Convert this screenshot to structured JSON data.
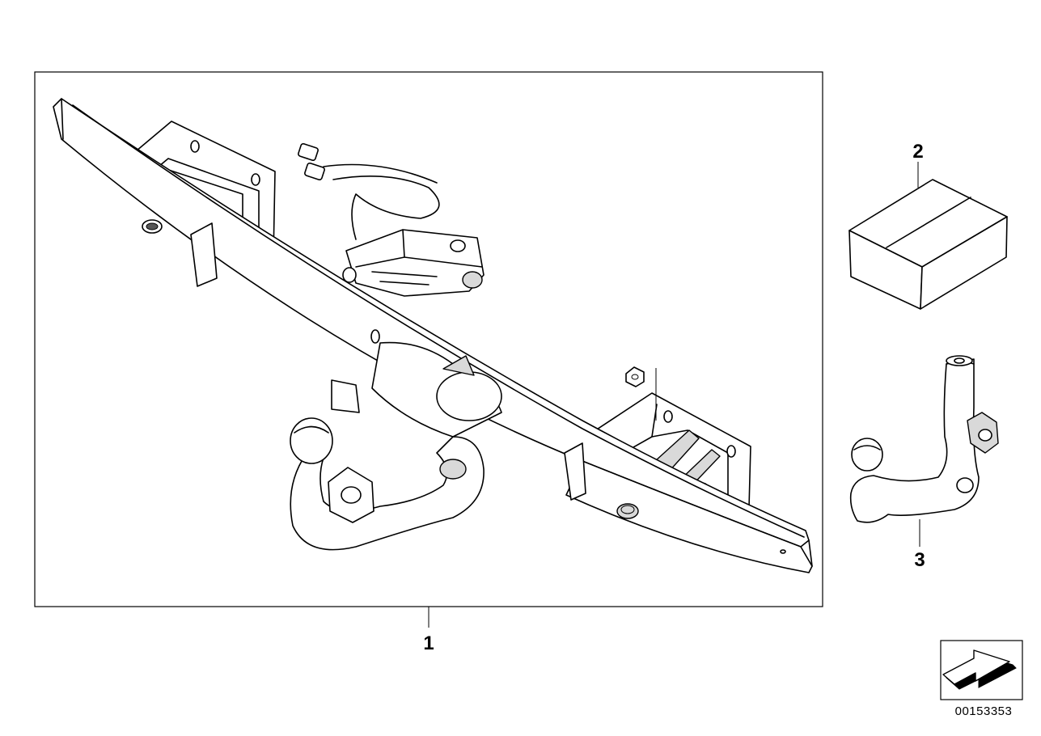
{
  "callouts": {
    "part1": "1",
    "part2": "2",
    "part3": "3"
  },
  "diagram_id": "00153353",
  "icons": {
    "navigation": "forward-arrow-icon"
  }
}
